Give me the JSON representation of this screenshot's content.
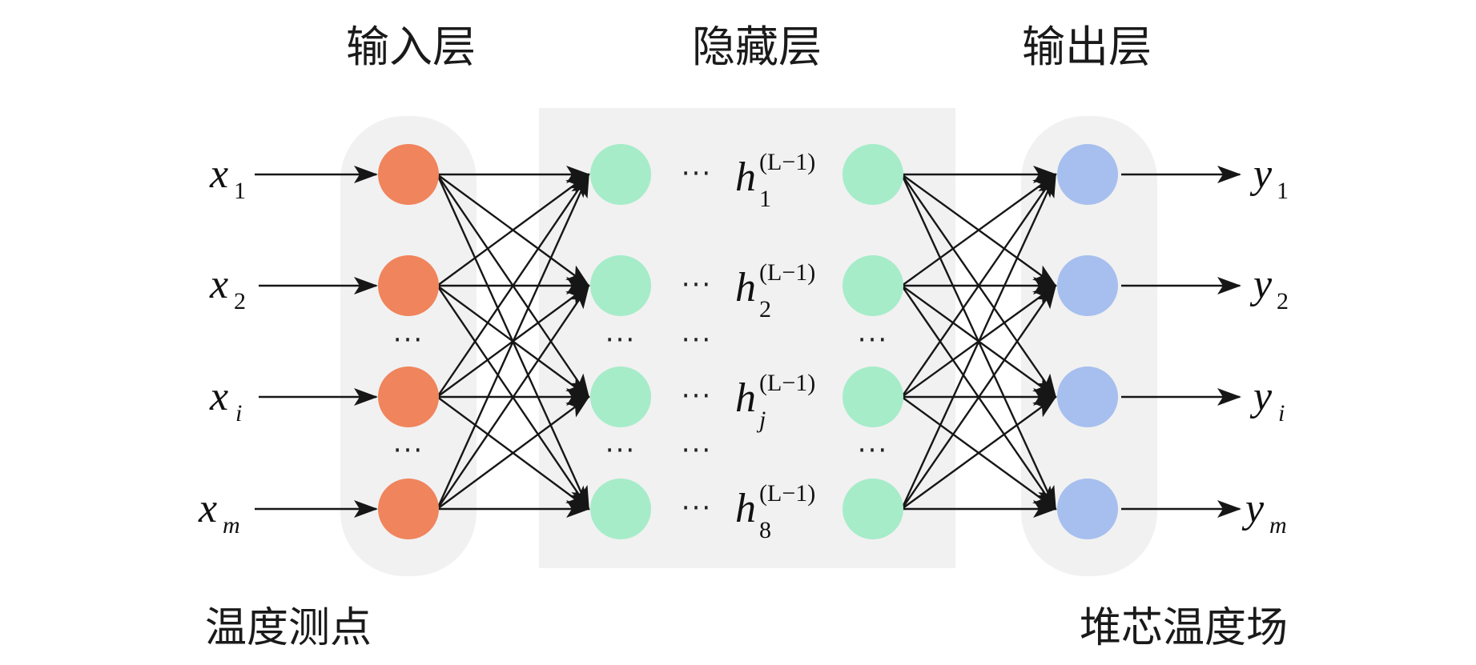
{
  "layers": {
    "input_title": "输入层",
    "hidden_title": "隐藏层",
    "output_title": "输出层"
  },
  "captions": {
    "input_caption": "温度测点",
    "output_caption": "堆芯温度场"
  },
  "inputs": [
    {
      "base": "x",
      "sub": "1"
    },
    {
      "base": "x",
      "sub": "2"
    },
    {
      "base": "x",
      "sub": "i"
    },
    {
      "base": "x",
      "sub": "m"
    }
  ],
  "hidden_labels": [
    {
      "base": "h",
      "sup": "(L−1)",
      "sub": "1"
    },
    {
      "base": "h",
      "sup": "(L−1)",
      "sub": "2"
    },
    {
      "base": "h",
      "sup": "(L−1)",
      "sub": "j"
    },
    {
      "base": "h",
      "sup": "(L−1)",
      "sub": "8"
    }
  ],
  "outputs": [
    {
      "base": "y",
      "sub": "1"
    },
    {
      "base": "y",
      "sub": "2"
    },
    {
      "base": "y",
      "sub": "i"
    },
    {
      "base": "y",
      "sub": "m"
    }
  ],
  "ellipsis": "···",
  "colors": {
    "input_node": "#f0845c",
    "hidden_node": "#a6ecc9",
    "output_node": "#a6bfee",
    "panel": "#f1f1f1",
    "edge": "#161616"
  }
}
